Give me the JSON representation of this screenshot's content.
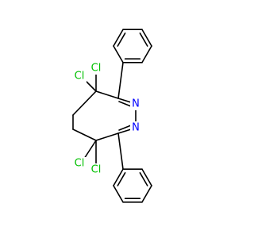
{
  "molecule": {
    "atoms": [
      {
        "id": "Cl1",
        "label": "Cl",
        "color": "#00c000"
      },
      {
        "id": "Cl2",
        "label": "Cl",
        "color": "#00c000"
      },
      {
        "id": "Cl3",
        "label": "Cl",
        "color": "#00c000"
      },
      {
        "id": "Cl4",
        "label": "Cl",
        "color": "#00c000"
      },
      {
        "id": "N1",
        "label": "N",
        "color": "#0000ff"
      },
      {
        "id": "N2",
        "label": "N",
        "color": "#0000ff"
      }
    ],
    "bond_color": "#000000"
  }
}
